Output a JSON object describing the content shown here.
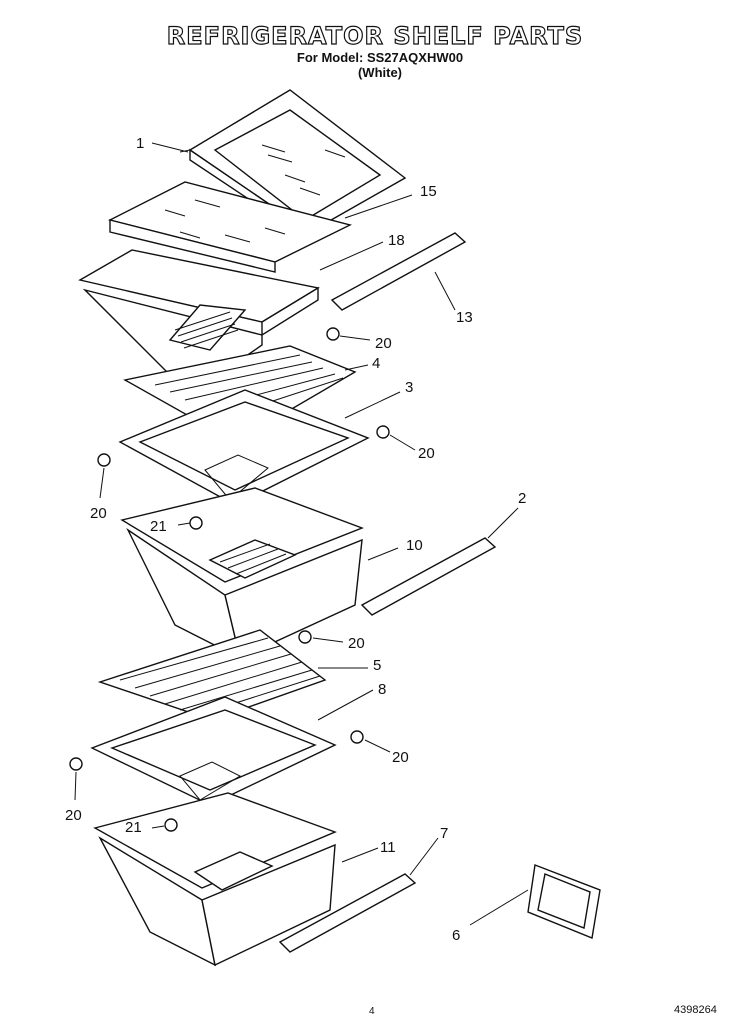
{
  "header": {
    "title": "REFRIGERATOR SHELF PARTS",
    "model_line": "For Model: SS27AQXHW00",
    "color_line": "(White)"
  },
  "footer": {
    "page_number": "4",
    "document_number": "4398264"
  },
  "callouts": {
    "c1": "1",
    "c15": "15",
    "c18": "18",
    "c13": "13",
    "c20a": "20",
    "c4": "4",
    "c3": "3",
    "c20b": "20",
    "c20c": "20",
    "c21a": "21",
    "c2": "2",
    "c10": "10",
    "c20d": "20",
    "c5": "5",
    "c8": "8",
    "c20e": "20",
    "c20f": "20",
    "c21b": "21",
    "c11": "11",
    "c7": "7",
    "c6": "6"
  }
}
